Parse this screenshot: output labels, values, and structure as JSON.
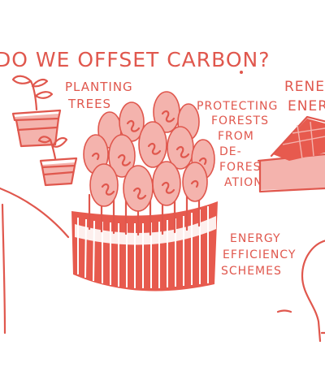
{
  "title": "DO WE OFFSET CARBON?",
  "labels": {
    "planting": [
      "PLANTING",
      "TREES"
    ],
    "protecting": [
      "PROTECTING",
      "FORESTS",
      "FROM",
      "DE-",
      "FOREST-",
      "ATION"
    ],
    "renewable": [
      "RENE",
      "ENER"
    ],
    "efficiency": [
      "ENERGY",
      "EFFICIENCY",
      "SCHEMES"
    ]
  },
  "colors": {
    "ink": "#e0574d",
    "pink": "#f4b3ad",
    "red": "#e75a4e",
    "background": "#ffffff"
  },
  "icons": [
    "potted-plant-icon",
    "forest-fence-icon",
    "solar-panel-icon",
    "light-bulb-icon"
  ]
}
